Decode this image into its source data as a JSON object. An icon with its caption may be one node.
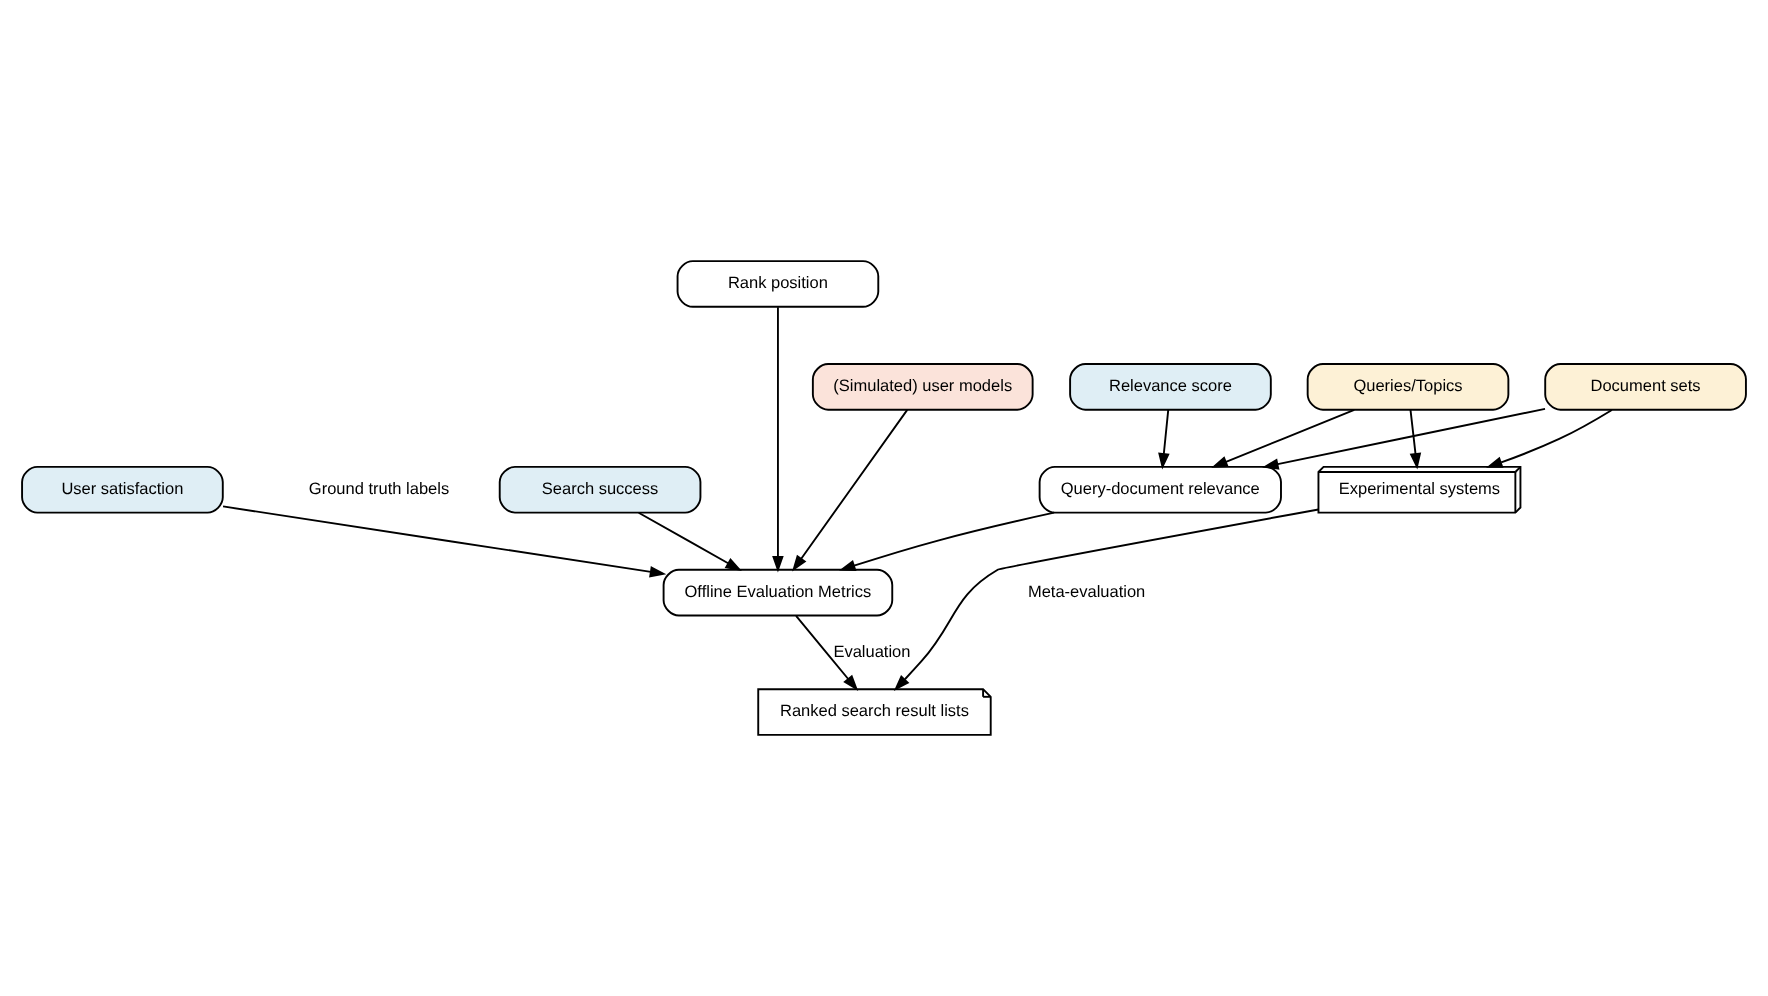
{
  "diagram": {
    "nodes": [
      {
        "text": [
          "User satisfaction"
        ]
      },
      {
        "text": [
          "Search success"
        ]
      },
      {
        "text": [
          "Rank position"
        ]
      },
      {
        "text": [
          "(Simulated) user models"
        ]
      },
      {
        "text": [
          "Query-document relevance"
        ]
      },
      {
        "text": [
          "Offline Evaluation Metrics"
        ]
      },
      {
        "text": [
          "Ranked search result lists"
        ]
      },
      {
        "text": [
          "Queries/Topics"
        ]
      },
      {
        "text": [
          "Relevance score"
        ]
      },
      {
        "text": [
          "Document sets"
        ]
      },
      {
        "text": [
          "Experimental systems"
        ]
      }
    ],
    "edges": [
      {
        "from": 0,
        "to": 5,
        "arrow": "to"
      },
      {
        "from": 1,
        "to": 5,
        "arrow": "to"
      },
      {
        "from": 2,
        "to": 5,
        "arrow": "to"
      },
      {
        "from": 3,
        "to": 5,
        "arrow": "to"
      },
      {
        "from": 4,
        "to": 5,
        "arrow": "to"
      },
      {
        "from": 5,
        "to": 6,
        "arrow": "to",
        "label": "Evaluation"
      },
      {
        "from": 7,
        "to": 4,
        "arrow": "to"
      },
      {
        "from": 8,
        "to": 4,
        "arrow": "to"
      },
      {
        "from": 9,
        "to": 4,
        "arrow": "to"
      },
      {
        "from": 7,
        "to": 10,
        "arrow": "to"
      },
      {
        "from": 9,
        "to": 10,
        "arrow": "to"
      },
      {
        "from": 10,
        "to": 6,
        "arrow": "to"
      }
    ],
    "labels": [
      "Ground truth labels",
      "Meta-evaluation"
    ]
  }
}
